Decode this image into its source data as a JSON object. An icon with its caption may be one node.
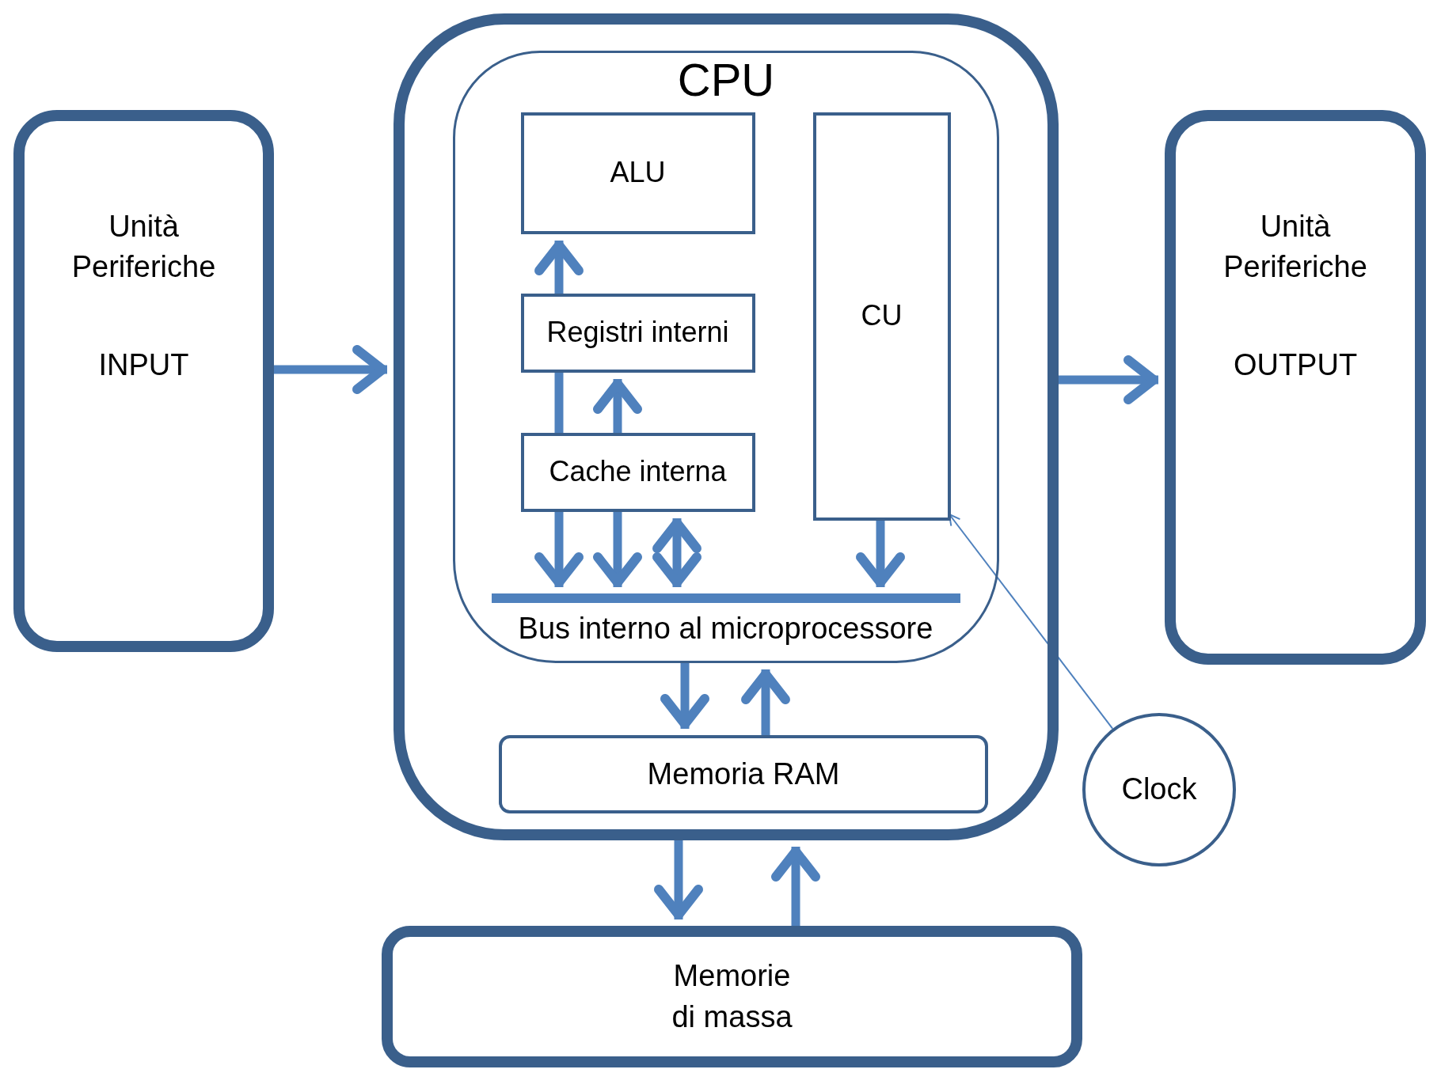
{
  "diagram": {
    "nodes": [
      {
        "text": [
          "Unità Periferiche",
          "INPUT"
        ]
      },
      {
        "text": [],
        "shape": "box"
      },
      {
        "text": [
          "CPU"
        ],
        "in": 1
      },
      {
        "text": [
          "ALU"
        ],
        "in": 2
      },
      {
        "text": [
          "Registri interni"
        ],
        "in": 2
      },
      {
        "text": [
          "Cache interna"
        ],
        "in": 2
      },
      {
        "text": [
          "CU"
        ],
        "in": 2
      },
      {
        "text": [
          "Bus interno al microprocessore"
        ],
        "in": 2
      },
      {
        "text": [
          "Memoria RAM"
        ],
        "in": 1
      },
      {
        "text": [
          "Unità Periferiche",
          "OUTPUT"
        ]
      },
      {
        "text": [
          "Clock"
        ]
      },
      {
        "text": [
          "Memorie di massa"
        ]
      }
    ],
    "edges": [
      {
        "from": 0,
        "to": 1,
        "arrow": "to"
      },
      {
        "from": 1,
        "to": 9,
        "arrow": "to"
      },
      {
        "from": 4,
        "to": 3,
        "arrow": "to"
      },
      {
        "from": 5,
        "to": 4,
        "arrow": "none"
      },
      {
        "from": 5,
        "to": 7,
        "arrow": "to"
      },
      {
        "from": 5,
        "to": 4,
        "arrow": "to"
      },
      {
        "from": 5,
        "to": 7,
        "arrow": "to"
      },
      {
        "from": 5,
        "to": 7,
        "arrow": "both"
      },
      {
        "from": 6,
        "to": 7,
        "arrow": "to"
      },
      {
        "from": 2,
        "to": 8,
        "arrow": "to"
      },
      {
        "from": 8,
        "to": 2,
        "arrow": "to"
      },
      {
        "from": 1,
        "to": 11,
        "arrow": "to"
      },
      {
        "from": 11,
        "to": 1,
        "arrow": "to"
      },
      {
        "from": 10,
        "to": 6,
        "arrow": "to"
      }
    ]
  }
}
